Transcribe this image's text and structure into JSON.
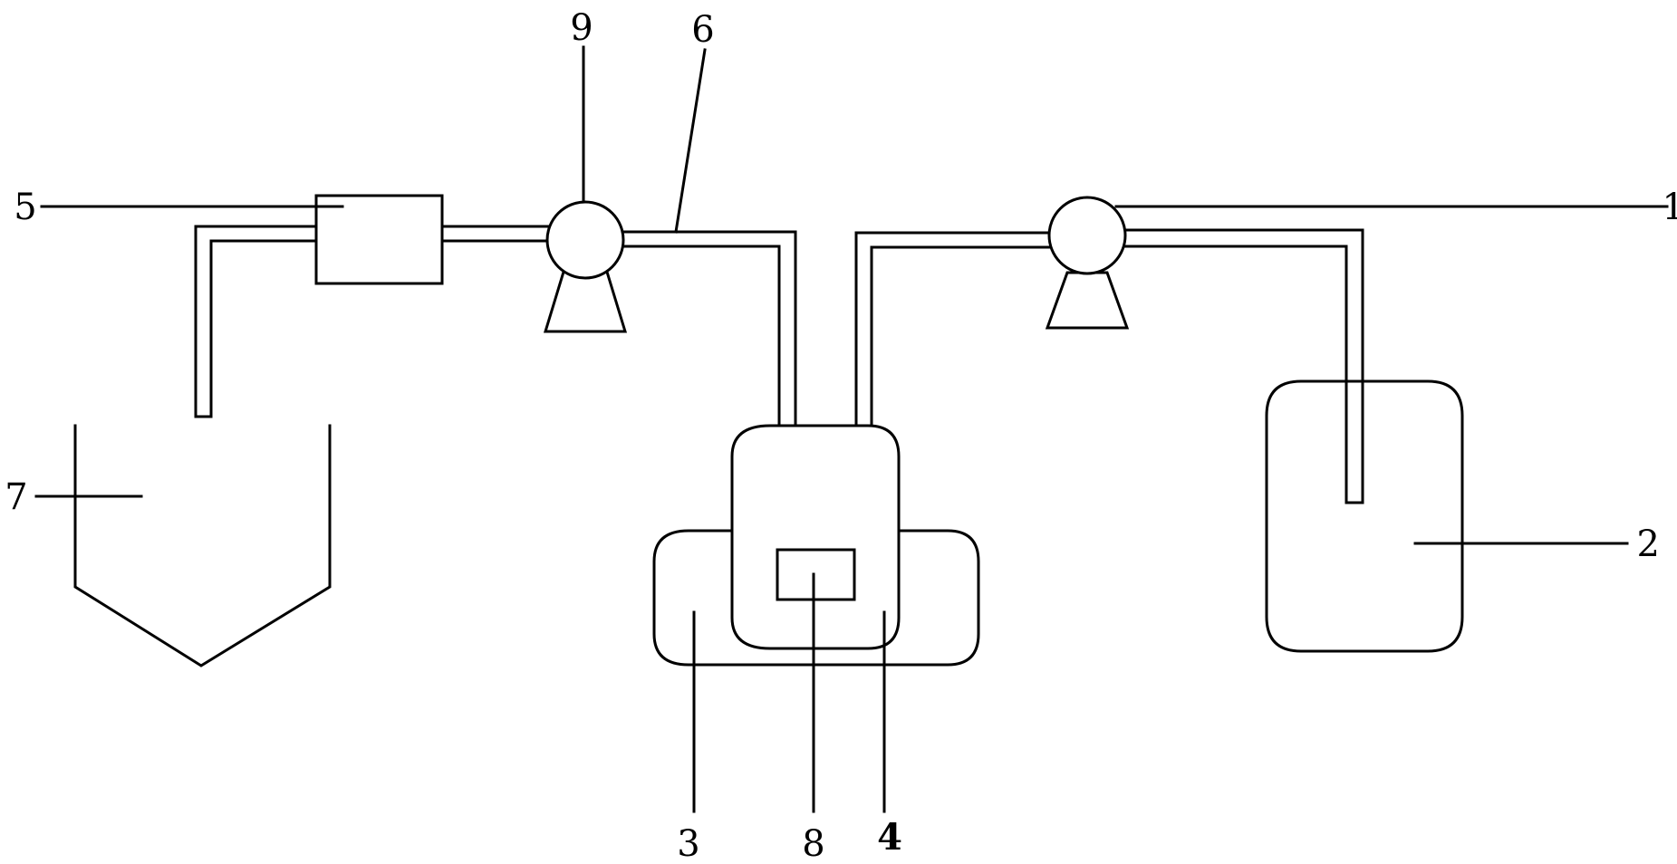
{
  "diagram": {
    "colors": {
      "line": "#000000",
      "background": "#ffffff"
    },
    "labels": {
      "pump_1": "1",
      "tank_2": "2",
      "base_3": "3",
      "vessel_4": "4",
      "filter_5": "5",
      "pipe_6": "6",
      "hopper_7": "7",
      "window_8": "8",
      "pump_9": "9"
    }
  }
}
